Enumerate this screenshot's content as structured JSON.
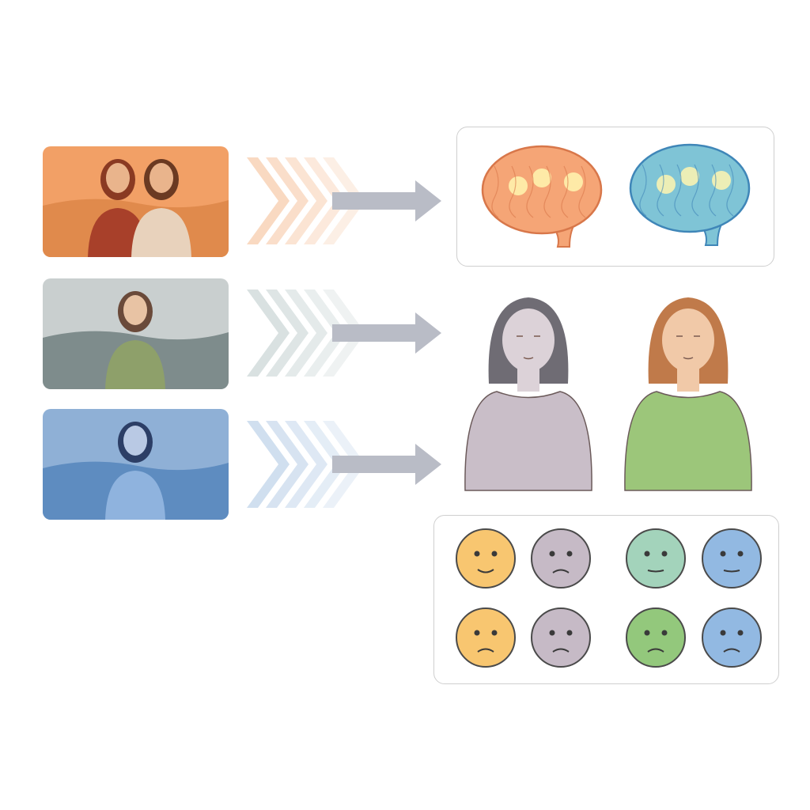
{
  "scenes": [
    {
      "name": "couple-sunset-scene",
      "sky": "#f2a066",
      "ground": "#e08a4c",
      "skin": "#e9b48c"
    },
    {
      "name": "woman-grey-sea-scene",
      "sky": "#c9cfcf",
      "ground": "#7e8c8c",
      "skin": "#e8c3a4"
    },
    {
      "name": "woman-blue-sea-scene",
      "sky": "#8fb0d6",
      "ground": "#5e8cc0",
      "skin": "#b9c9e4"
    }
  ],
  "arrows": {
    "color": "#b9bcc6",
    "chevron_colors": [
      "#f4b98e",
      "#b9c8c8",
      "#a9c4e2"
    ]
  },
  "brains": [
    {
      "name": "warm-brain-icon",
      "fill": "#f5a576",
      "stroke": "#d8774a"
    },
    {
      "name": "cool-brain-icon",
      "fill": "#7fc4d6",
      "stroke": "#3f86b8"
    }
  ],
  "figures": [
    {
      "name": "grey-woman-figure",
      "hair": "#6f6c74",
      "shirt": "#c9bec8",
      "skin": "#dcd2d8"
    },
    {
      "name": "green-woman-figure",
      "hair": "#c07a4a",
      "shirt": "#9cc67a",
      "skin": "#f1c9a8"
    }
  ],
  "faces": [
    {
      "color": "#f8c670",
      "mood": "smile"
    },
    {
      "color": "#c6bac6",
      "mood": "sad"
    },
    {
      "color": "#a3d3bb",
      "mood": "neutral"
    },
    {
      "color": "#92b9e2",
      "mood": "neutral"
    },
    {
      "color": "#f8c670",
      "mood": "sad"
    },
    {
      "color": "#c6bac6",
      "mood": "sad"
    },
    {
      "color": "#93c87c",
      "mood": "sad"
    },
    {
      "color": "#92b9e2",
      "mood": "sad"
    }
  ]
}
